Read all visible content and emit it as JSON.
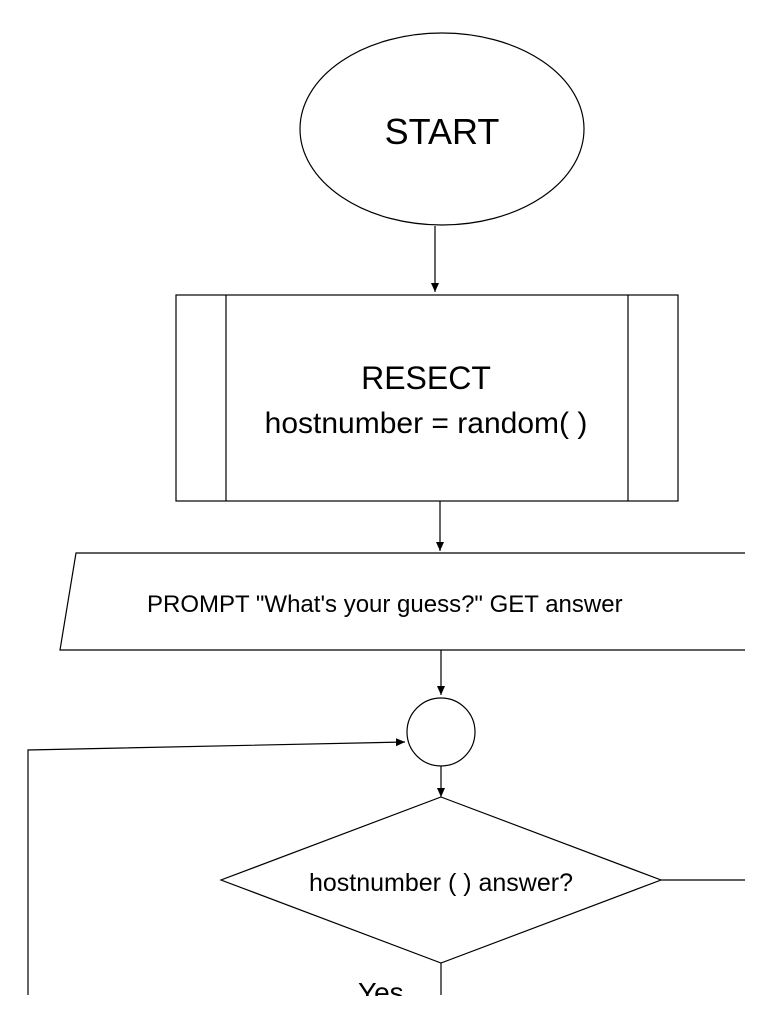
{
  "nodes": {
    "start": {
      "label": "START"
    },
    "process": {
      "line1": "RESECT",
      "line2": "hostnumber = random( )"
    },
    "prompt": {
      "label": "PROMPT \"What's your guess?\" GET answer"
    },
    "decision": {
      "label": "hostnumber ( ) answer?"
    }
  },
  "edges": {
    "yes_label": "Yes"
  }
}
